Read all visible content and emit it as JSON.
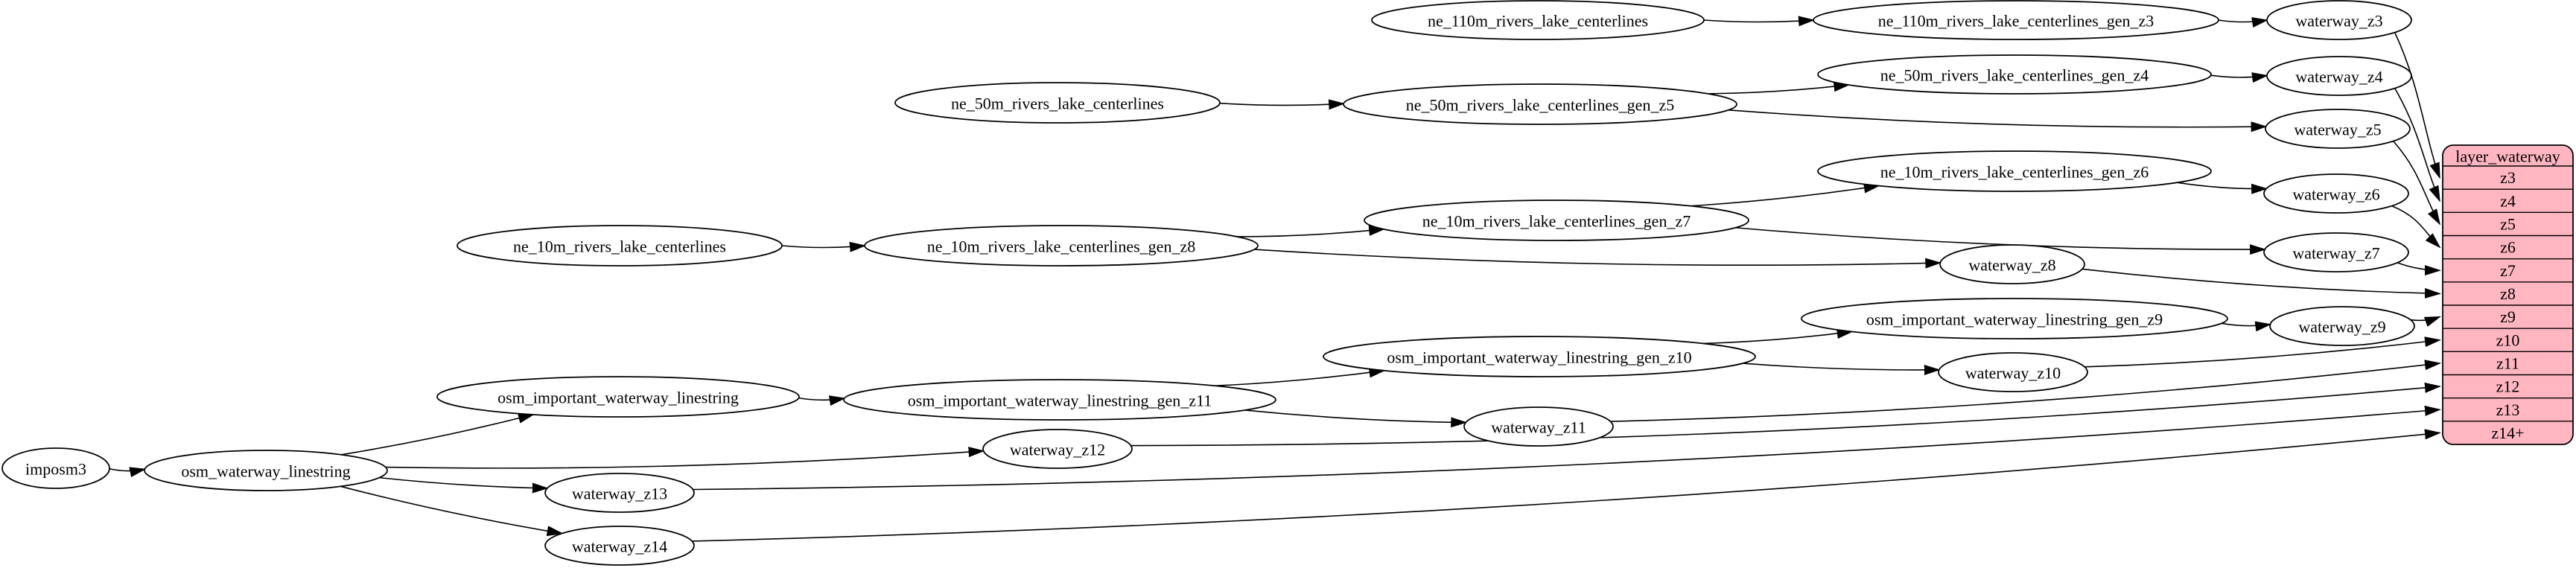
{
  "diagram": {
    "kind": "etl-dependency-graph",
    "colors": {
      "background": "#ffffff",
      "node_fill": "#ffffff",
      "node_stroke": "#000000",
      "edge": "#000000",
      "table_fill": "#ffb6c1",
      "table_stroke": "#000000",
      "text": "#000000"
    },
    "nodes": [
      {
        "id": "imposm3",
        "label": "imposm3"
      },
      {
        "id": "osm_waterway_linestring",
        "label": "osm_waterway_linestring"
      },
      {
        "id": "osm_important_waterway_linestring",
        "label": "osm_important_waterway_linestring"
      },
      {
        "id": "osm_important_waterway_linestring_gen_z11",
        "label": "osm_important_waterway_linestring_gen_z11"
      },
      {
        "id": "osm_important_waterway_linestring_gen_z10",
        "label": "osm_important_waterway_linestring_gen_z10"
      },
      {
        "id": "osm_important_waterway_linestring_gen_z9",
        "label": "osm_important_waterway_linestring_gen_z9"
      },
      {
        "id": "ne_110m_rivers_lake_centerlines",
        "label": "ne_110m_rivers_lake_centerlines"
      },
      {
        "id": "ne_110m_rivers_lake_centerlines_gen_z3",
        "label": "ne_110m_rivers_lake_centerlines_gen_z3"
      },
      {
        "id": "ne_50m_rivers_lake_centerlines",
        "label": "ne_50m_rivers_lake_centerlines"
      },
      {
        "id": "ne_50m_rivers_lake_centerlines_gen_z5",
        "label": "ne_50m_rivers_lake_centerlines_gen_z5"
      },
      {
        "id": "ne_50m_rivers_lake_centerlines_gen_z4",
        "label": "ne_50m_rivers_lake_centerlines_gen_z4"
      },
      {
        "id": "ne_10m_rivers_lake_centerlines",
        "label": "ne_10m_rivers_lake_centerlines"
      },
      {
        "id": "ne_10m_rivers_lake_centerlines_gen_z8",
        "label": "ne_10m_rivers_lake_centerlines_gen_z8"
      },
      {
        "id": "ne_10m_rivers_lake_centerlines_gen_z7",
        "label": "ne_10m_rivers_lake_centerlines_gen_z7"
      },
      {
        "id": "ne_10m_rivers_lake_centerlines_gen_z6",
        "label": "ne_10m_rivers_lake_centerlines_gen_z6"
      },
      {
        "id": "waterway_z3",
        "label": "waterway_z3"
      },
      {
        "id": "waterway_z4",
        "label": "waterway_z4"
      },
      {
        "id": "waterway_z5",
        "label": "waterway_z5"
      },
      {
        "id": "waterway_z6",
        "label": "waterway_z6"
      },
      {
        "id": "waterway_z7",
        "label": "waterway_z7"
      },
      {
        "id": "waterway_z8",
        "label": "waterway_z8"
      },
      {
        "id": "waterway_z9",
        "label": "waterway_z9"
      },
      {
        "id": "waterway_z10",
        "label": "waterway_z10"
      },
      {
        "id": "waterway_z11",
        "label": "waterway_z11"
      },
      {
        "id": "waterway_z12",
        "label": "waterway_z12"
      },
      {
        "id": "waterway_z13",
        "label": "waterway_z13"
      },
      {
        "id": "waterway_z14",
        "label": "waterway_z14"
      }
    ],
    "edges": [
      {
        "from": "imposm3",
        "to": "osm_waterway_linestring"
      },
      {
        "from": "osm_waterway_linestring",
        "to": "osm_important_waterway_linestring"
      },
      {
        "from": "osm_waterway_linestring",
        "to": "waterway_z12"
      },
      {
        "from": "osm_waterway_linestring",
        "to": "waterway_z13"
      },
      {
        "from": "osm_waterway_linestring",
        "to": "waterway_z14"
      },
      {
        "from": "osm_important_waterway_linestring",
        "to": "osm_important_waterway_linestring_gen_z11"
      },
      {
        "from": "osm_important_waterway_linestring_gen_z11",
        "to": "osm_important_waterway_linestring_gen_z10"
      },
      {
        "from": "osm_important_waterway_linestring_gen_z11",
        "to": "waterway_z11"
      },
      {
        "from": "osm_important_waterway_linestring_gen_z10",
        "to": "osm_important_waterway_linestring_gen_z9"
      },
      {
        "from": "osm_important_waterway_linestring_gen_z10",
        "to": "waterway_z10"
      },
      {
        "from": "osm_important_waterway_linestring_gen_z9",
        "to": "waterway_z9"
      },
      {
        "from": "ne_110m_rivers_lake_centerlines",
        "to": "ne_110m_rivers_lake_centerlines_gen_z3"
      },
      {
        "from": "ne_110m_rivers_lake_centerlines_gen_z3",
        "to": "waterway_z3"
      },
      {
        "from": "ne_50m_rivers_lake_centerlines",
        "to": "ne_50m_rivers_lake_centerlines_gen_z5"
      },
      {
        "from": "ne_50m_rivers_lake_centerlines_gen_z5",
        "to": "ne_50m_rivers_lake_centerlines_gen_z4"
      },
      {
        "from": "ne_50m_rivers_lake_centerlines_gen_z5",
        "to": "waterway_z5"
      },
      {
        "from": "ne_50m_rivers_lake_centerlines_gen_z4",
        "to": "waterway_z4"
      },
      {
        "from": "ne_10m_rivers_lake_centerlines",
        "to": "ne_10m_rivers_lake_centerlines_gen_z8"
      },
      {
        "from": "ne_10m_rivers_lake_centerlines_gen_z8",
        "to": "ne_10m_rivers_lake_centerlines_gen_z7"
      },
      {
        "from": "ne_10m_rivers_lake_centerlines_gen_z8",
        "to": "waterway_z8"
      },
      {
        "from": "ne_10m_rivers_lake_centerlines_gen_z7",
        "to": "ne_10m_rivers_lake_centerlines_gen_z6"
      },
      {
        "from": "ne_10m_rivers_lake_centerlines_gen_z7",
        "to": "waterway_z7"
      },
      {
        "from": "ne_10m_rivers_lake_centerlines_gen_z6",
        "to": "waterway_z6"
      },
      {
        "from": "waterway_z3",
        "to": "row:z3"
      },
      {
        "from": "waterway_z4",
        "to": "row:z4"
      },
      {
        "from": "waterway_z5",
        "to": "row:z5"
      },
      {
        "from": "waterway_z6",
        "to": "row:z6"
      },
      {
        "from": "waterway_z7",
        "to": "row:z7"
      },
      {
        "from": "waterway_z8",
        "to": "row:z8"
      },
      {
        "from": "waterway_z9",
        "to": "row:z9"
      },
      {
        "from": "waterway_z10",
        "to": "row:z10"
      },
      {
        "from": "waterway_z11",
        "to": "row:z11"
      },
      {
        "from": "waterway_z12",
        "to": "row:z12"
      },
      {
        "from": "waterway_z13",
        "to": "row:z13"
      },
      {
        "from": "waterway_z14",
        "to": "row:z14+"
      }
    ],
    "table": {
      "id": "layer_waterway",
      "header": "layer_waterway",
      "rows": [
        "z3",
        "z4",
        "z5",
        "z6",
        "z7",
        "z8",
        "z9",
        "z10",
        "z11",
        "z12",
        "z13",
        "z14+"
      ]
    }
  }
}
